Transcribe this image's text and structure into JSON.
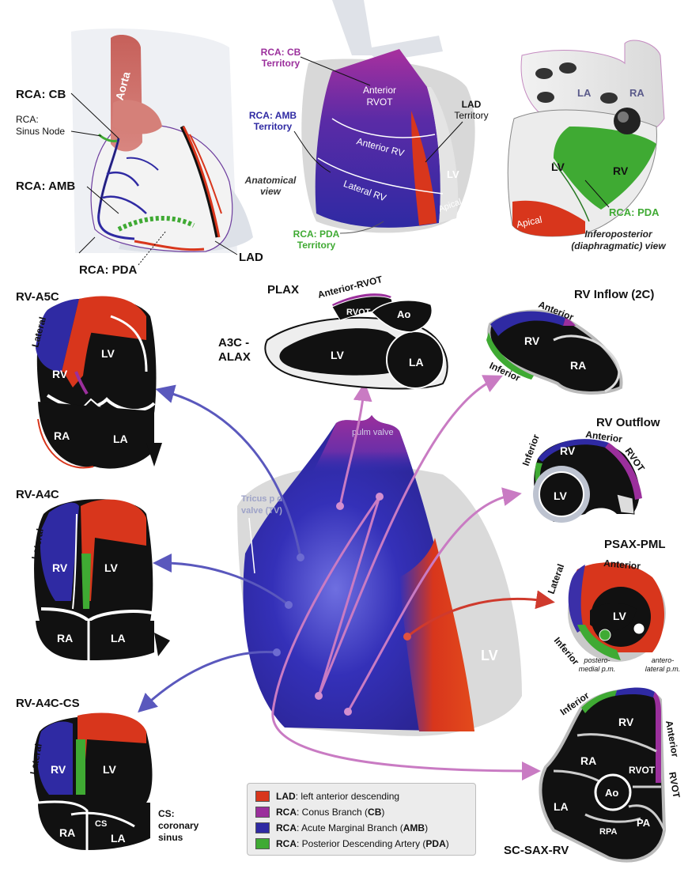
{
  "colors": {
    "lad": "#d8361c",
    "cb": "#9b2f9c",
    "amb": "#2f2aa3",
    "pda": "#3faa33",
    "arrow_blue": "#5a58bd",
    "arrow_pink": "#c97bc3",
    "arrow_red": "#cf3a2d"
  },
  "top": {
    "anatomy": {
      "aorta": "Aorta",
      "rca_cb": "RCA: CB",
      "rca_sinus_1": "RCA:",
      "rca_sinus_2": "Sinus Node",
      "rca_amb": "RCA: AMB",
      "rca_pda": "RCA: PDA",
      "lad": "LAD"
    },
    "anatomical": {
      "cb_1": "RCA: CB",
      "cb_2": "Territory",
      "amb_1": "RCA: AMB",
      "amb_2": "Territory",
      "lad_1": "LAD",
      "lad_2": "Territory",
      "pda_1": "RCA: PDA",
      "pda_2": "Territory",
      "view_1": "Anatomical",
      "view_2": "view",
      "rvot_1": "Anterior",
      "rvot_2": "RVOT",
      "anterior_rv": "Anterior RV",
      "lateral_rv": "Lateral RV",
      "lv": "LV",
      "apical": "Apical"
    },
    "inferoposterior": {
      "la": "LA",
      "ra": "RA",
      "lv": "LV",
      "rv": "RV",
      "apical": "Apical",
      "rca_pda": "RCA: PDA",
      "view_1": "Inferoposterior",
      "view_2": "(diaphragmatic) view"
    }
  },
  "views": {
    "rv_a5c": {
      "title": "RV-A5C",
      "lateral": "Lateral",
      "rv": "RV",
      "lv": "LV",
      "ra": "RA",
      "la": "LA"
    },
    "rv_a4c": {
      "title": "RV-A4C",
      "lateral": "Lateral",
      "rv": "RV",
      "lv": "LV",
      "ra": "RA",
      "la": "LA"
    },
    "rv_a4c_cs": {
      "title": "RV-A4C-CS",
      "lateral": "Lateral",
      "rv": "RV",
      "lv": "LV",
      "ra": "RA",
      "la": "LA",
      "cs": "CS",
      "note_1": "CS:",
      "note_2": "coronary",
      "note_3": "sinus"
    },
    "plax": {
      "title_1": "PLAX",
      "title_2": "A3C -",
      "title_3": "ALAX",
      "anterior_rvot": "Anterior-RVOT",
      "rvot": "RVOT",
      "ao": "Ao",
      "lv": "LV",
      "la": "LA"
    },
    "rv_inflow": {
      "title": "RV Inflow (2C)",
      "anterior": "Anterior",
      "inferior": "Inferior",
      "rv": "RV",
      "ra": "RA"
    },
    "rv_outflow": {
      "title": "RV Outflow",
      "anterior": "Anterior",
      "inferior": "Inferior",
      "rvot": "RVOT",
      "rv": "RV",
      "lv": "LV"
    },
    "psax_pml": {
      "title": "PSAX-PML",
      "anterior": "Anterior",
      "lateral": "Lateral",
      "inferior": "Inferior",
      "lv": "LV",
      "pm1_1": "postero-",
      "pm1_2": "medial p.m.",
      "pm2_1": "antero-",
      "pm2_2": "lateral p.m."
    },
    "sc_sax_rv": {
      "title": "SC-SAX-RV",
      "inferior": "Inferior",
      "anterior": "Anterior",
      "rvot_side": "RVOT",
      "rv": "RV",
      "ra": "RA",
      "la": "LA",
      "ao": "Ao",
      "rvot": "RVOT",
      "pa": "PA",
      "rpa": "RPA"
    }
  },
  "center": {
    "pulm_valve": "pulm   valve",
    "tv_1": "Tricus p d",
    "tv_2": "valve (TV)",
    "lv": "LV"
  },
  "legend": [
    {
      "name": "LAD",
      "desc": ": left anterior descending",
      "abbr": "",
      "tail": "",
      "color": "#d8361c"
    },
    {
      "name": "RCA",
      "desc": ": Conus Branch (",
      "abbr": "CB",
      "tail": ")",
      "color": "#9b2f9c"
    },
    {
      "name": "RCA",
      "desc": ": Acute Marginal Branch (",
      "abbr": "AMB",
      "tail": ")",
      "color": "#2f2aa3"
    },
    {
      "name": "RCA",
      "desc": ": Posterior Descending Artery (",
      "abbr": "PDA",
      "tail": ")",
      "color": "#3faa33"
    }
  ]
}
